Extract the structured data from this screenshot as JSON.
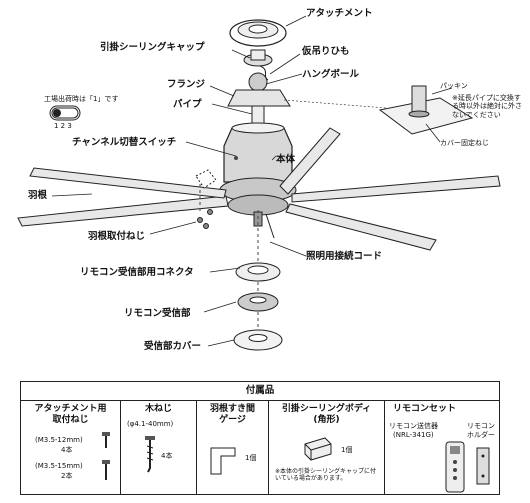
{
  "labels": {
    "attachment": "アタッチメント",
    "hook_cap": "引掛シーリングキャップ",
    "temp_string": "仮吊りひも",
    "hang_ball": "ハングボール",
    "flange": "フランジ",
    "pipe": "パイプ",
    "channel_switch": "チャンネル切替スイッチ",
    "body": "本体",
    "blade": "羽根",
    "blade_screw": "羽根取付ねじ",
    "remote_connector": "リモコン受信部用コネクタ",
    "light_connector": "照明用接続コード",
    "receiver": "リモコン受信部",
    "receiver_cover": "受信部カバー",
    "packing": "パッキン",
    "packing_note": "※延長パイプに交換する時以外は絶対に外さないでください",
    "cover_screw": "カバー固定ねじ",
    "factory_note": "工場出荷時は「1」です",
    "switch_nums": "1 2 3"
  },
  "accessories": {
    "title": "付属品",
    "attachment_screw": {
      "title_1": "アタッチメント用",
      "title_2": "取付ねじ",
      "spec1": "(M3.5-12mm)",
      "qty1": "4本",
      "spec2": "(M3.5-15mm)",
      "qty2": "2本"
    },
    "wood_screw": {
      "title": "木ねじ",
      "spec": "(φ4.1-40mm)",
      "qty": "4本"
    },
    "gauge": {
      "title_1": "羽根すき間",
      "title_2": "ゲージ",
      "qty": "1個"
    },
    "hook_body": {
      "title_1": "引掛シーリングボディ",
      "title_2": "(角形)",
      "qty": "1個",
      "note": "※本体の引掛シーリングキャップに付いている場合があります。"
    },
    "remote_set": {
      "title": "リモコンセット",
      "transmitter_1": "リモコン送信器",
      "transmitter_2": "(NRL-341G)",
      "holder_1": "リモコン",
      "holder_2": "ホルダー"
    }
  }
}
